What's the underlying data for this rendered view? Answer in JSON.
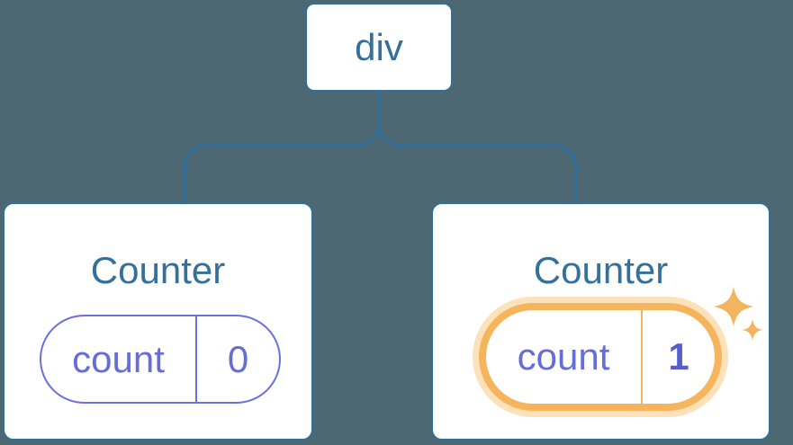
{
  "diagram": {
    "kind": "component-tree-with-state",
    "background_color": "#4d6873",
    "line_color": "#2f6f9b",
    "node_text_color": "#35709d",
    "state_pill_color": "#6b70dc",
    "state_text_color": "#666dd9",
    "highlight_border_color": "#f6b55c",
    "highlight_glow_color": "#fbe2ba",
    "highlight_value_color": "#575dd1",
    "sparkle_color": "#f3b45f",
    "root": {
      "label": "div"
    },
    "children": [
      {
        "title": "Counter",
        "state": {
          "key": "count",
          "value": "0"
        },
        "highlighted": false
      },
      {
        "title": "Counter",
        "state": {
          "key": "count",
          "value": "1"
        },
        "highlighted": true
      }
    ]
  }
}
